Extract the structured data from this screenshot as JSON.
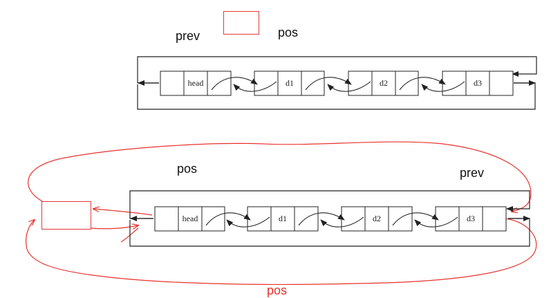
{
  "top": {
    "prev_label": "prev",
    "pos_label": "pos",
    "nodes": [
      "head",
      "d1",
      "d2",
      "d3"
    ]
  },
  "bottom": {
    "pos_label": "pos",
    "prev_label": "prev",
    "pos_label_bottom": "pos",
    "nodes": [
      "head",
      "d1",
      "d2",
      "d3"
    ]
  },
  "colors": {
    "annotation": "#e8322c",
    "structure": "#222222"
  }
}
